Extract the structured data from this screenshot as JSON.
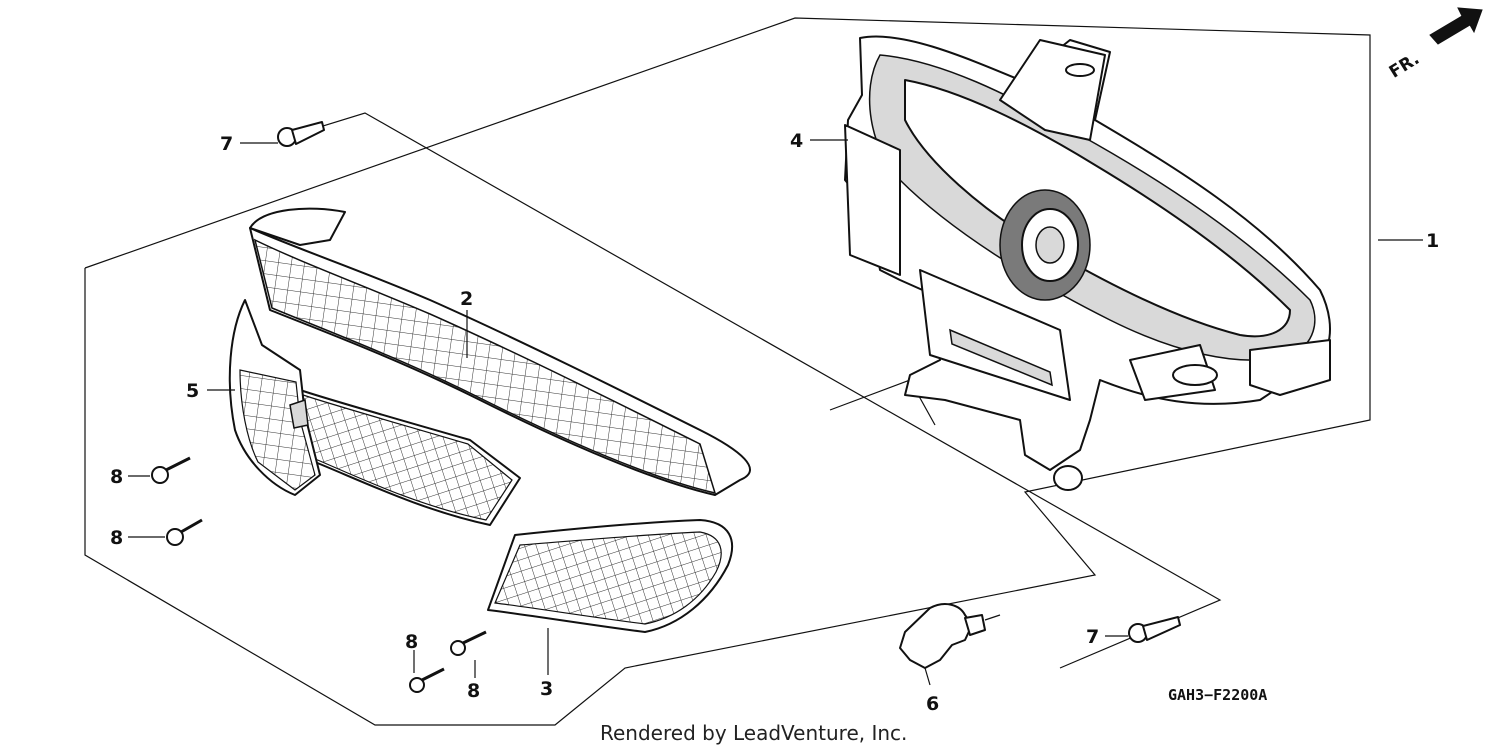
{
  "diagram": {
    "part_labels": [
      "1",
      "2",
      "3",
      "4",
      "5",
      "6",
      "7",
      "7",
      "8",
      "8",
      "8",
      "8"
    ],
    "direction_marker": "FR.",
    "diagram_code": "GAH3−F2200A",
    "credit": "Rendered by LeadVenture, Inc.",
    "colors": {
      "line": "#111111",
      "background": "#ffffff",
      "shade": "#d9d9d9"
    }
  }
}
